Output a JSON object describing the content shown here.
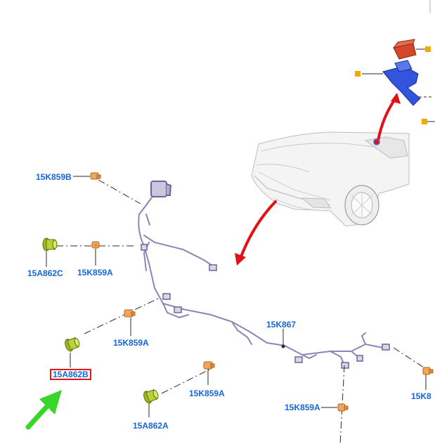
{
  "diagram": {
    "colors": {
      "label": "#1565d8",
      "highlight_box": "#e8141c",
      "red_arrow": "#e01218",
      "green_arrow": "#39d62a",
      "bracket_blue": "#3355dd",
      "module_red": "#d4472c",
      "clip_orange": "#f0a55a",
      "grommet_green": "#b8d33a",
      "harness": "#8a86b5",
      "leader": "#2a2a2a",
      "marker": "#f5a800"
    },
    "parts": [
      {
        "id": "15K859B"
      },
      {
        "id": "15A862C"
      },
      {
        "id": "15K859A"
      },
      {
        "id": "15K859A"
      },
      {
        "id": "15A862B"
      },
      {
        "id": "15K867"
      },
      {
        "id": "15K859A"
      },
      {
        "id": "15A862A"
      },
      {
        "id": "15K859A"
      },
      {
        "id": "15K8"
      }
    ],
    "highlighted_part": "15A862B",
    "icons": [
      "green-pointer-arrow-icon",
      "red-arrow-icon",
      "car-icon"
    ]
  }
}
